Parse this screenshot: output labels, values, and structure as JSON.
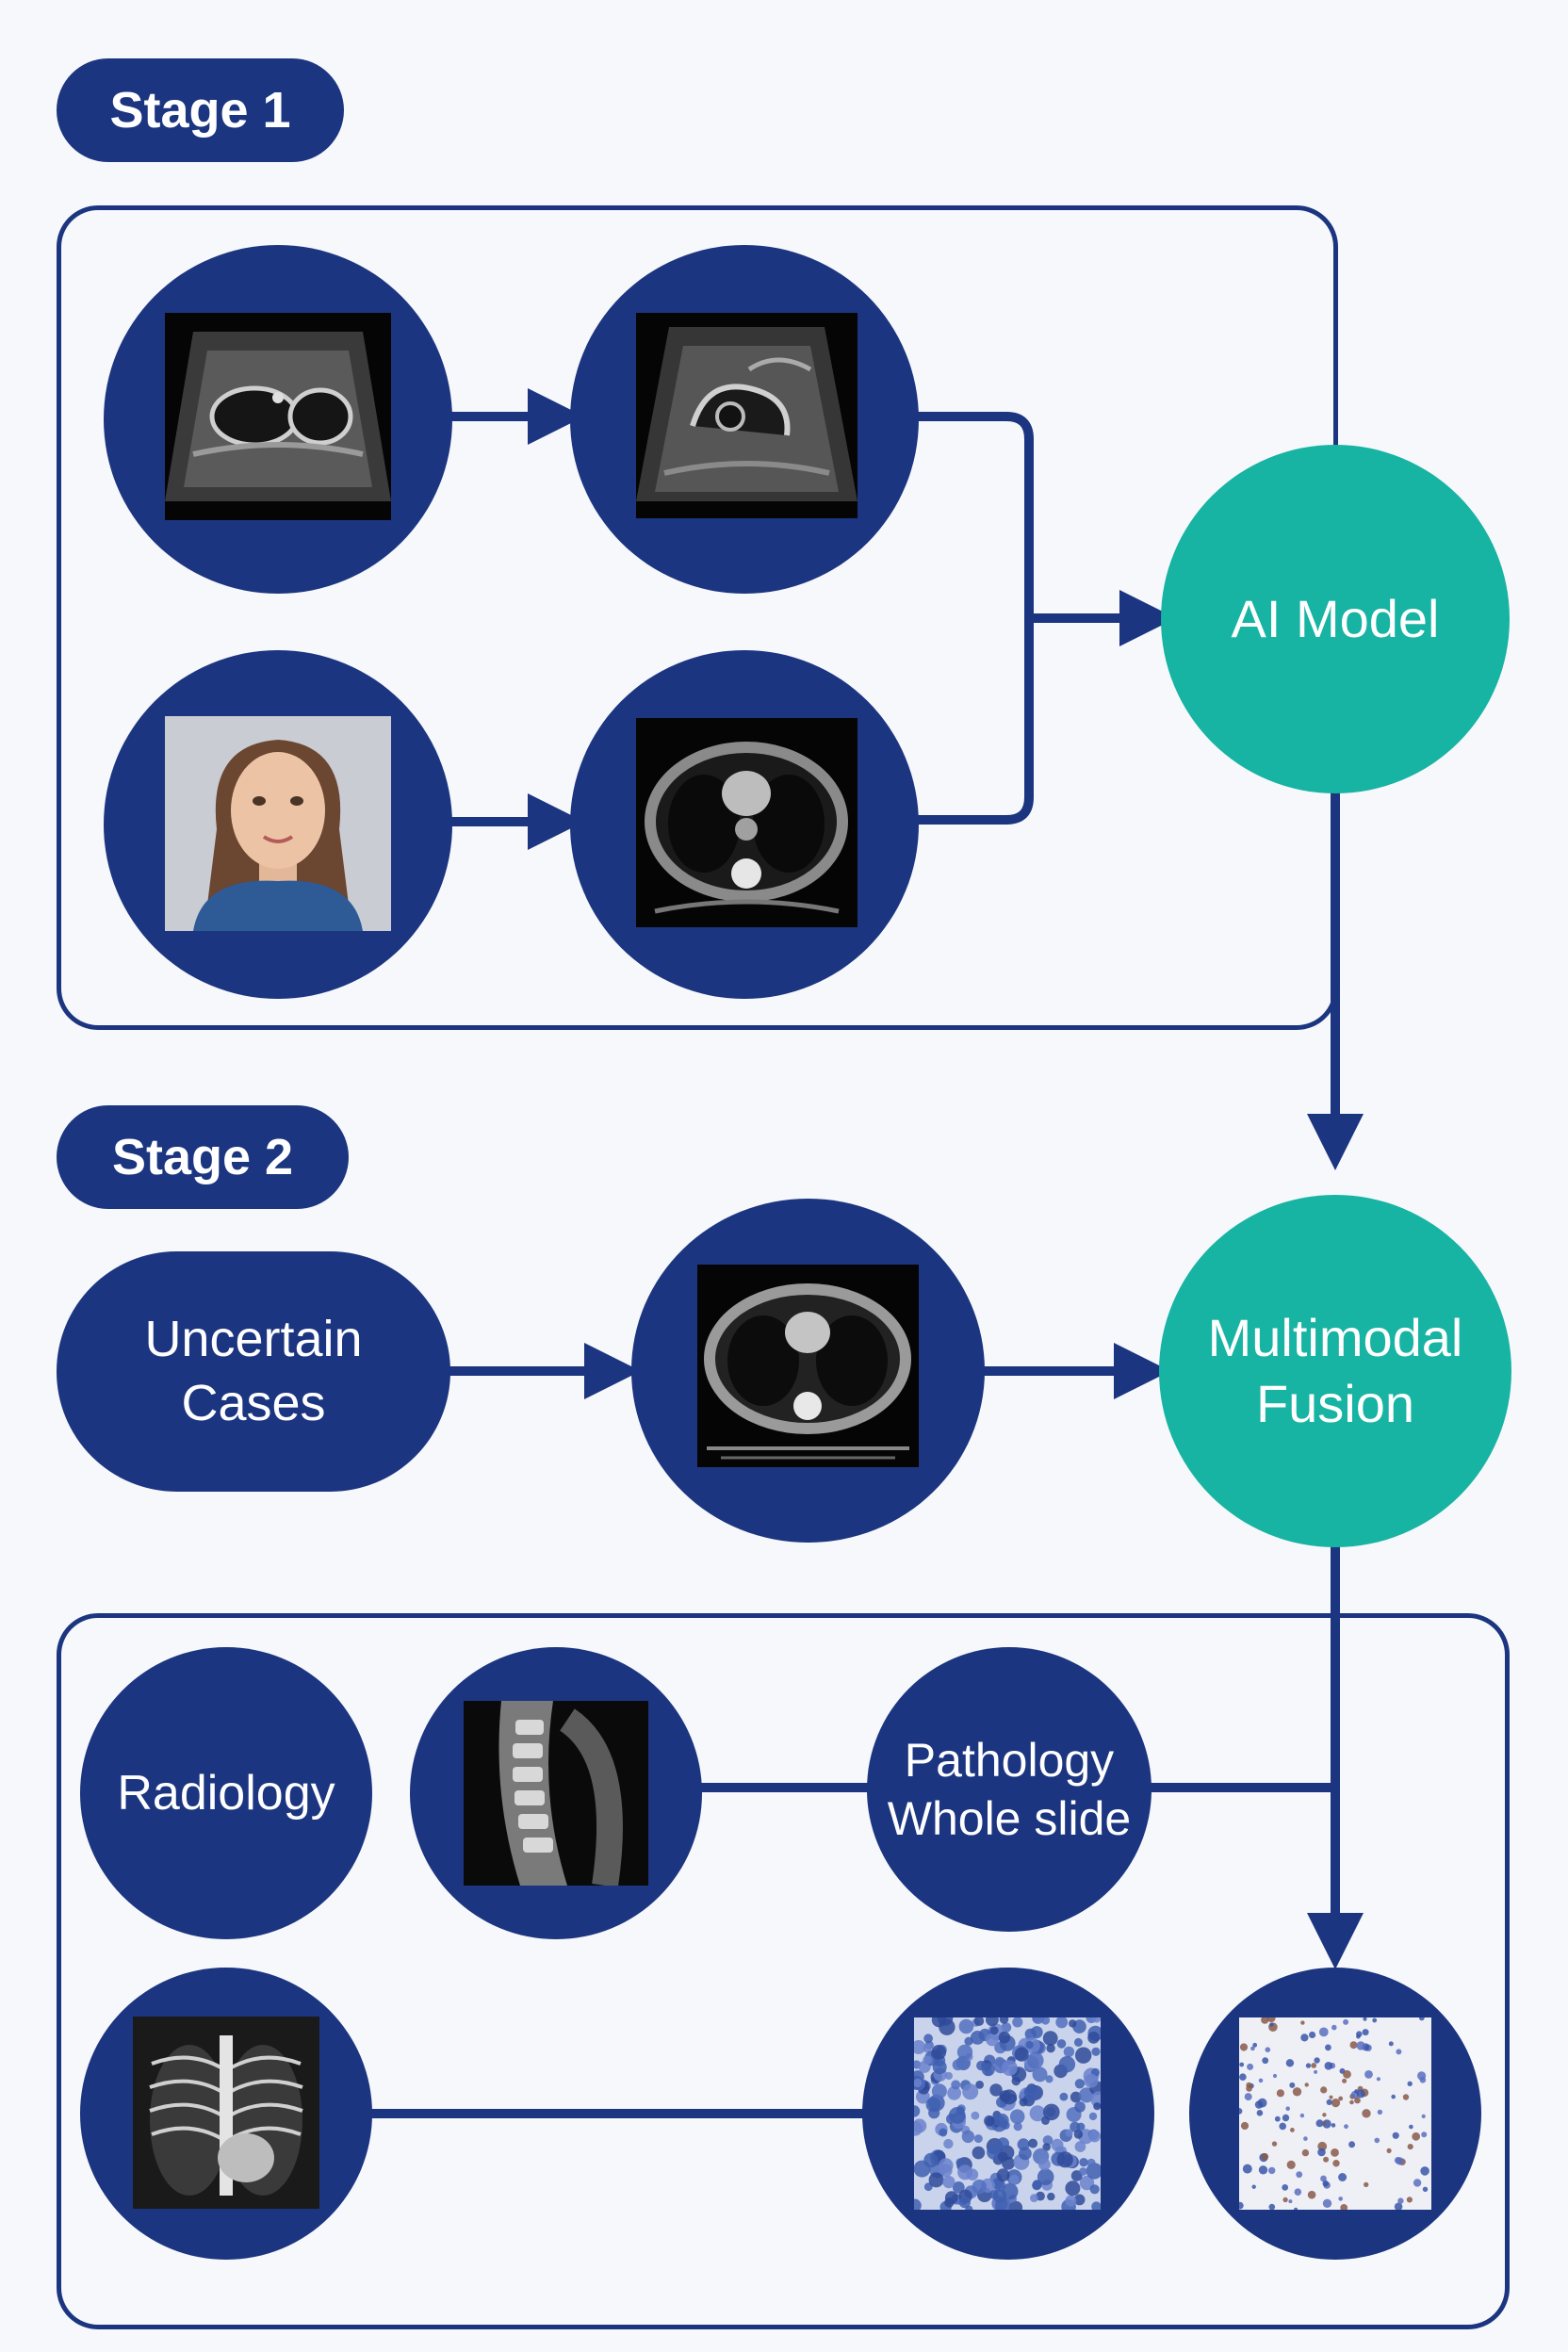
{
  "stages": {
    "stage1_label": "Stage 1",
    "stage2_label": "Stage 2"
  },
  "nodes": {
    "ai_model": "AI Model",
    "fusion_line1": "Multimodal",
    "fusion_line2": "Fusion",
    "uncertain_line1": "Uncertain",
    "uncertain_line2": "Cases",
    "radiology": "Radiology",
    "pathology_line1": "Pathology",
    "pathology_line2": "Whole slide"
  },
  "images": {
    "ultrasound_1": "fetal-ultrasound",
    "ultrasound_2": "fetal-ultrasound-profile",
    "portrait": "patient-face-photo",
    "ct_1": "chest-ct-axial",
    "ct_2": "chest-ct-axial",
    "mri": "spine-mri-sagittal",
    "xray": "chest-xray",
    "path_1": "histology-slide",
    "path_2": "histology-slide"
  },
  "colors": {
    "navy": "#1b3580",
    "teal": "#17b3a3",
    "background": "#f7f8fb"
  }
}
